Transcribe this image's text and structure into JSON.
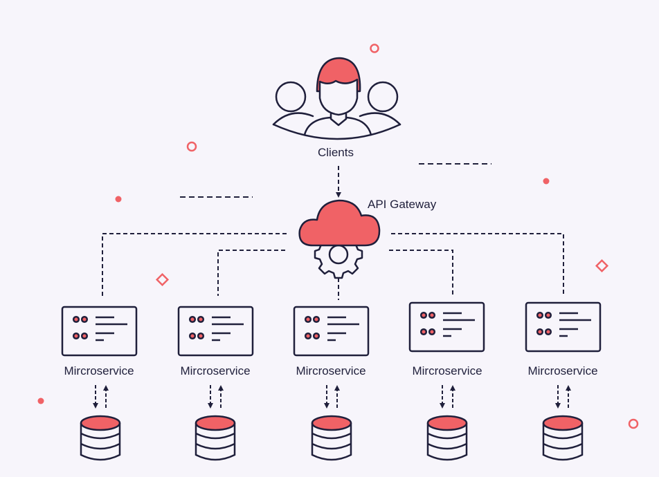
{
  "clients": {
    "label": "Clients"
  },
  "gateway": {
    "label": "API Gateway"
  },
  "services": [
    {
      "label": "Mircroservice"
    },
    {
      "label": "Mircroservice"
    },
    {
      "label": "Mircroservice"
    },
    {
      "label": "Mircroservice"
    },
    {
      "label": "Mircroservice"
    }
  ],
  "colors": {
    "accent": "#f06266",
    "ink": "#1f1f3b",
    "background": "#f7f5fb"
  }
}
